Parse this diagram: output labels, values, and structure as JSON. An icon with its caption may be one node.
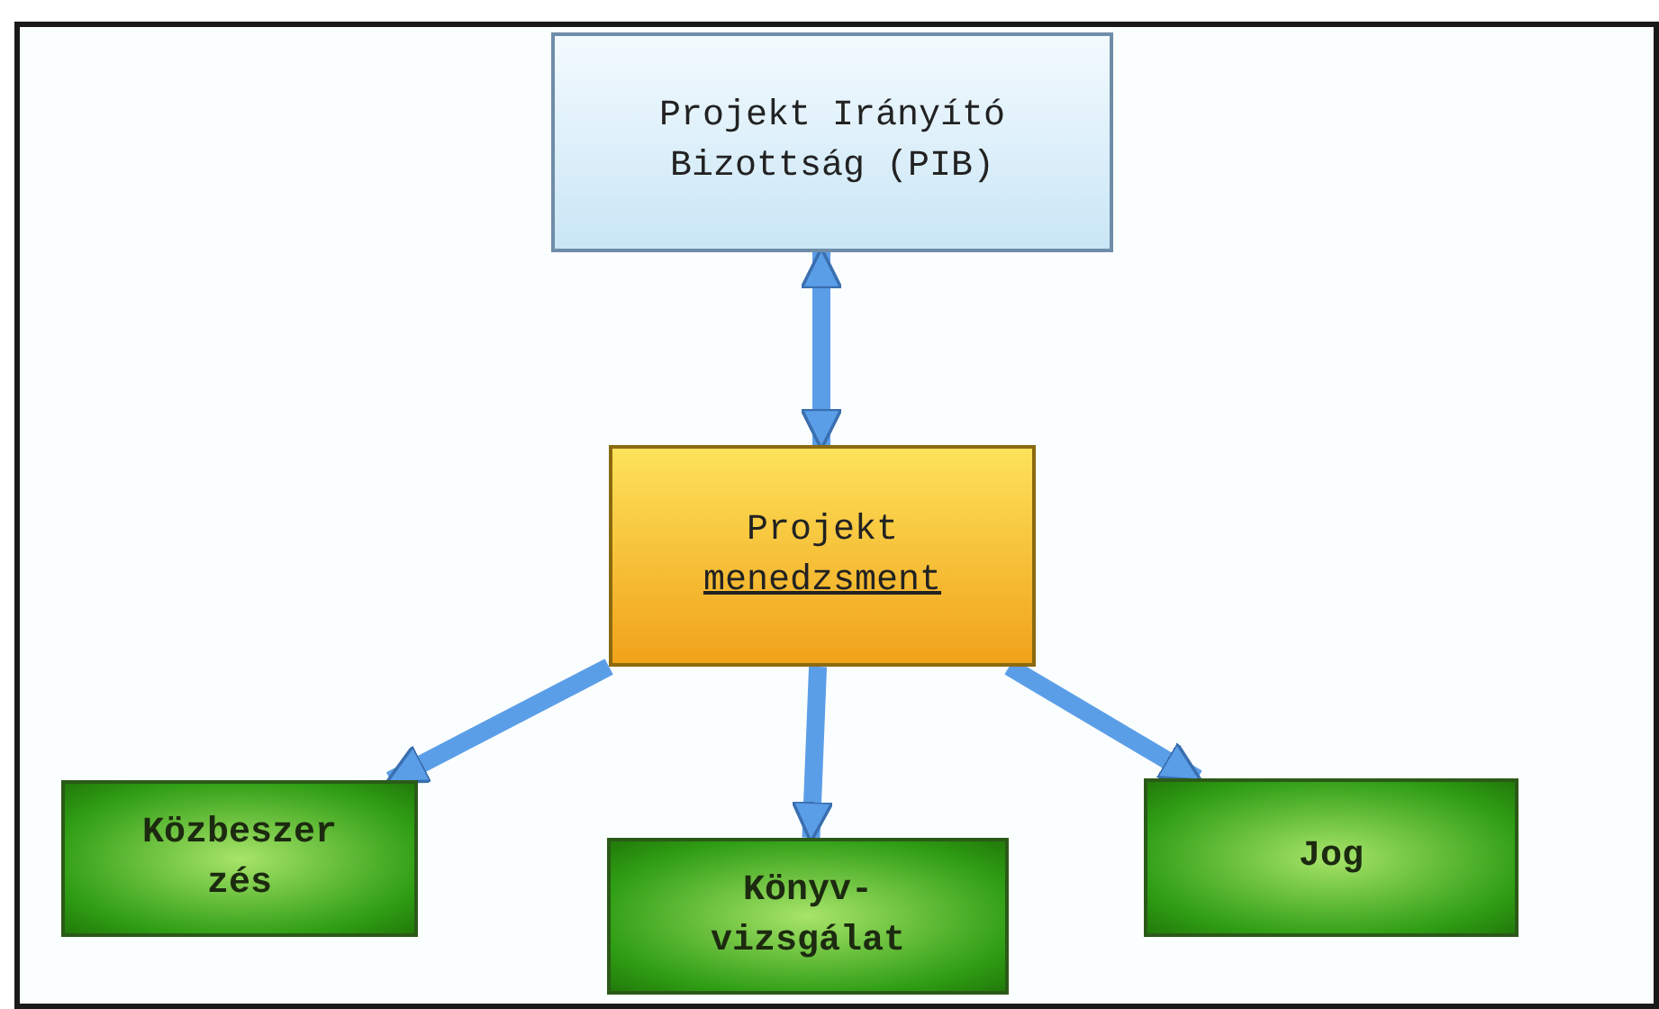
{
  "diagram": {
    "nodes": [
      {
        "text": [
          "Projekt Irányító Bizottság (PIB)"
        ]
      },
      {
        "text": [
          "Projekt",
          "menedzsment"
        ]
      },
      {
        "text": [
          "Közbeszer zés"
        ]
      },
      {
        "text": [
          "Könyv- vizsgálat"
        ]
      },
      {
        "text": [
          "Jog"
        ]
      }
    ],
    "edges": [
      {
        "from": 0,
        "to": 1,
        "arrow": "both"
      },
      {
        "from": 1,
        "to": 2,
        "arrow": "to"
      },
      {
        "from": 1,
        "to": 3,
        "arrow": "to"
      },
      {
        "from": 1,
        "to": 4,
        "arrow": "to"
      }
    ]
  }
}
